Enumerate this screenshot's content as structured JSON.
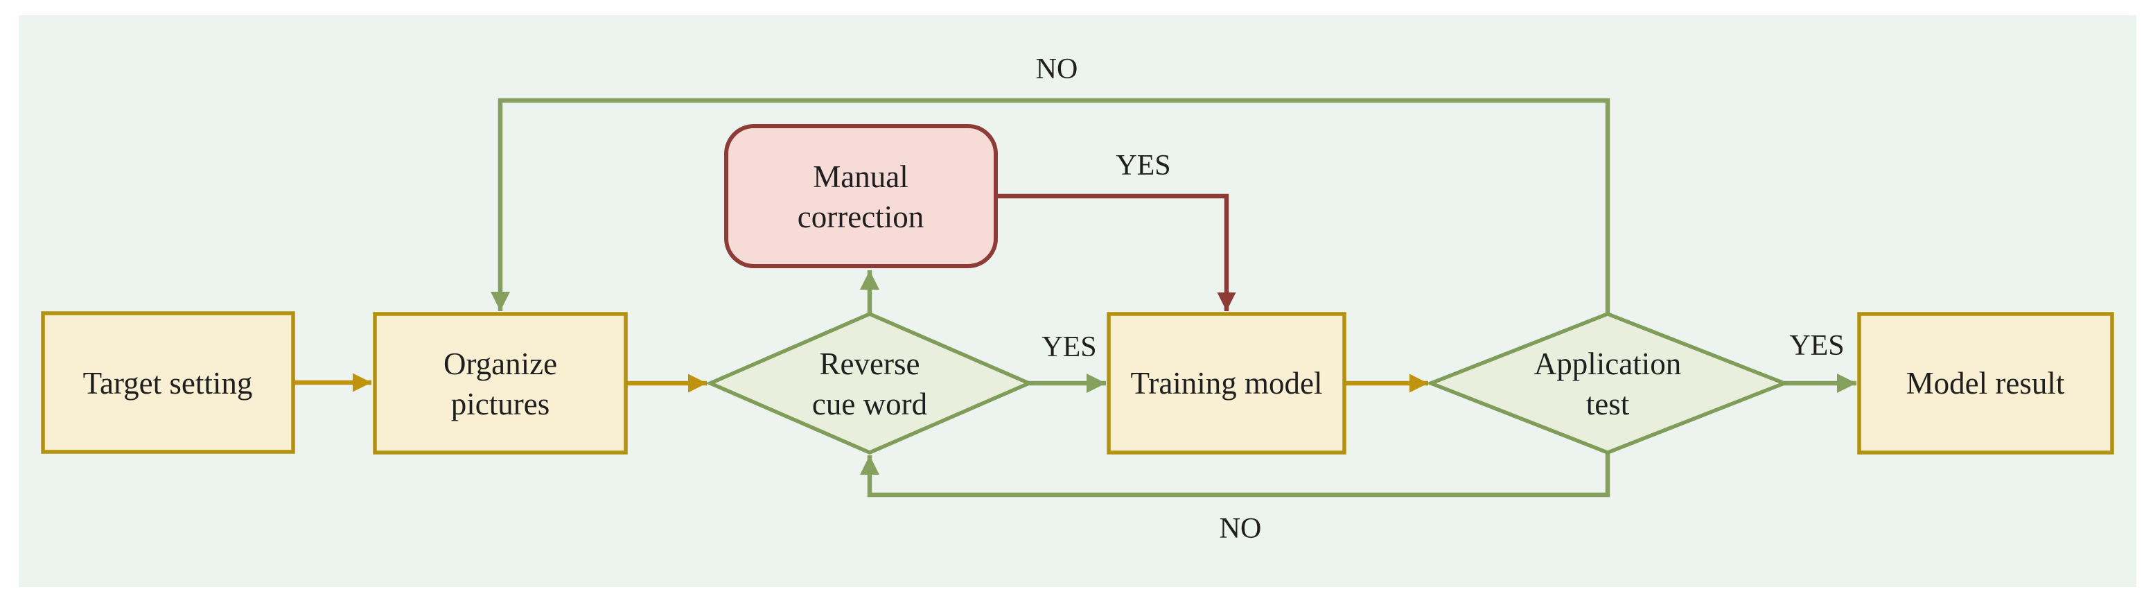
{
  "figure": {
    "type": "flowchart",
    "description": "Model training workflow flowchart"
  },
  "canvas": {
    "outer_background": "#ffffff",
    "panel_fill": "#edf3ee"
  },
  "palette": {
    "process_fill": "#f9efd2",
    "process_border": "#b2920f",
    "decision_fill": "#e9eedd",
    "decision_border": "#7f9c58",
    "correction_fill": "#f6dbd7",
    "correction_border": "#8e3b35",
    "arrow_gold": "#bf930c",
    "arrow_green": "#85a05c",
    "arrow_red": "#8e3b35",
    "text_color": "#1f1f1f"
  },
  "nodes": {
    "target_setting": {
      "label": "Target setting",
      "type": "process"
    },
    "organize_pictures": {
      "line1": "Organize",
      "line2": "pictures",
      "type": "process"
    },
    "reverse_cue_word": {
      "line1": "Reverse",
      "line2": "cue word",
      "type": "decision"
    },
    "manual_correction": {
      "line1": "Manual",
      "line2": "correction",
      "type": "correction"
    },
    "training_model": {
      "label": "Training model",
      "type": "process"
    },
    "application_test": {
      "line1": "Application",
      "line2": "test",
      "type": "decision"
    },
    "model_result": {
      "label": "Model result",
      "type": "process"
    }
  },
  "edge_labels": {
    "reverse_cue_yes": "YES",
    "manual_correction_yes": "YES",
    "application_test_yes": "YES",
    "application_test_no_top": "NO",
    "application_test_no_bottom": "NO"
  }
}
